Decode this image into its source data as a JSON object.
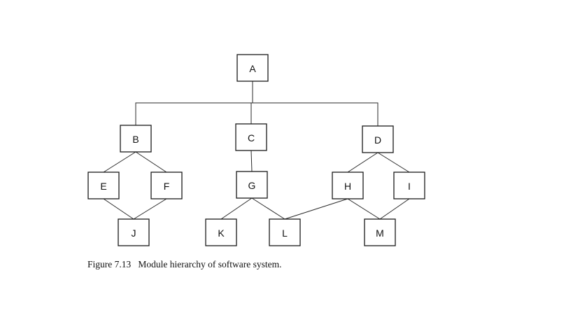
{
  "nodes": [
    {
      "id": "A",
      "label": "A"
    },
    {
      "id": "B",
      "label": "B"
    },
    {
      "id": "C",
      "label": "C"
    },
    {
      "id": "D",
      "label": "D"
    },
    {
      "id": "E",
      "label": "E"
    },
    {
      "id": "F",
      "label": "F"
    },
    {
      "id": "G",
      "label": "G"
    },
    {
      "id": "H",
      "label": "H"
    },
    {
      "id": "I",
      "label": "I"
    },
    {
      "id": "J",
      "label": "J"
    },
    {
      "id": "K",
      "label": "K"
    },
    {
      "id": "L",
      "label": "L"
    },
    {
      "id": "M",
      "label": "M"
    }
  ],
  "edges": [
    {
      "from": "A",
      "to": "B"
    },
    {
      "from": "A",
      "to": "C"
    },
    {
      "from": "A",
      "to": "D"
    },
    {
      "from": "B",
      "to": "E"
    },
    {
      "from": "B",
      "to": "F"
    },
    {
      "from": "E",
      "to": "J"
    },
    {
      "from": "F",
      "to": "J"
    },
    {
      "from": "C",
      "to": "G"
    },
    {
      "from": "G",
      "to": "K"
    },
    {
      "from": "G",
      "to": "L"
    },
    {
      "from": "D",
      "to": "H"
    },
    {
      "from": "D",
      "to": "I"
    },
    {
      "from": "H",
      "to": "L"
    },
    {
      "from": "H",
      "to": "M"
    },
    {
      "from": "I",
      "to": "M"
    }
  ],
  "caption": {
    "figure_number": "Figure 7.13",
    "text": "Module hierarchy of software system."
  }
}
